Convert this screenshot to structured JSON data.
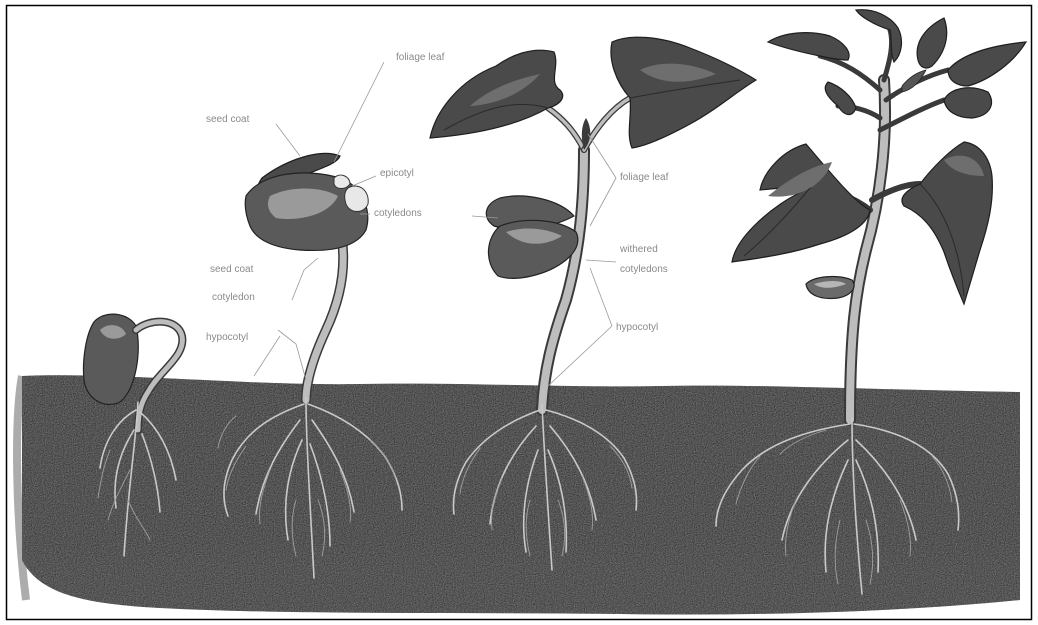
{
  "labels": {
    "foliage_leaf": "foliage leaf",
    "seed_coat_top": "seed coat",
    "epicotyl": "epicotyl",
    "cotyledons": "cotyledons",
    "seed_coat_mid": "seed coat",
    "cotyledon": "cotyledon",
    "hypocotyl_left": "hypocotyl",
    "foliage_leaf_right": "foliage leaf",
    "withered_cotyledons_line1": "withered",
    "withered_cotyledons_line2": "cotyledons",
    "hypocotyl_right": "hypocotyl"
  },
  "colors": {
    "soil": "#161616",
    "background": "#ffffff",
    "frame": "#000000"
  }
}
